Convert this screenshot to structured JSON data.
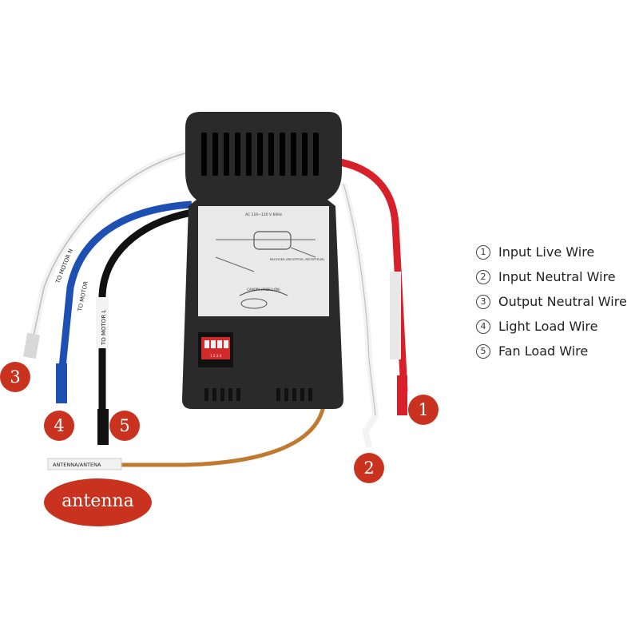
{
  "legend": {
    "items": [
      {
        "number": "1",
        "label": "Input Live Wire"
      },
      {
        "number": "2",
        "label": "Input Neutral Wire"
      },
      {
        "number": "3",
        "label": "Output Neutral Wire"
      },
      {
        "number": "4",
        "label": "Light Load Wire"
      },
      {
        "number": "5",
        "label": "Fan Load Wire"
      }
    ]
  },
  "callouts": [
    "1",
    "2",
    "3",
    "4",
    "5"
  ],
  "antenna_badge": "antenna",
  "wire_labels": {
    "white": "TO MOTOR N",
    "blue": "TO MOTOR",
    "black": "TO MOTOR L",
    "antenna": "ANTENNA/ANTENA"
  },
  "device": {
    "label_top": "AC 110~120 V 60Hz",
    "canopy": "CANOPY (PABELLÓN)",
    "receiver": "RECEIVER (RECEPTOR, RÉCEPTEUR)",
    "dip_labels": "1 2 3 4"
  },
  "colors": {
    "callout_red": "#c8321e",
    "housing": "#2a2a2a",
    "wire_red": "#d8202a",
    "wire_blue": "#1e50b4",
    "wire_brown": "#c07a30"
  }
}
